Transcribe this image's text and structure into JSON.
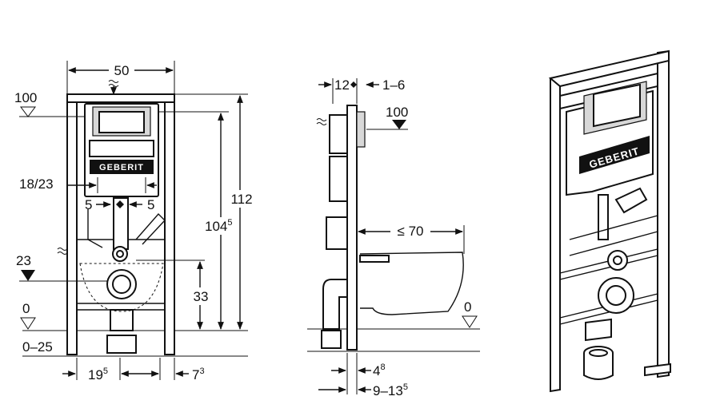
{
  "front_view": {
    "width": "50",
    "level_top": "100",
    "level_half": "18/23",
    "gap_left": "5",
    "gap_right": "5",
    "level_23": "23",
    "level_0": "0",
    "range_floor": "0–25",
    "height_total": "112",
    "height_inner_main": "104",
    "height_inner_sup": "5",
    "height_outlet": "33",
    "foot_left_main": "19",
    "foot_left_sup": "5",
    "foot_right_main": "7",
    "foot_right_sup": "3",
    "brand": "GEBERIT"
  },
  "side_view": {
    "depth_top": "12",
    "depth_range": "1–6",
    "level_top": "100",
    "bowl_projection": "≤ 70",
    "level_0": "0",
    "foot_depth_main": "4",
    "foot_depth_sup": "8",
    "wall_range_main": "9–13",
    "wall_range_sup": "5"
  },
  "iso_view": {
    "brand": "GEBERIT"
  }
}
